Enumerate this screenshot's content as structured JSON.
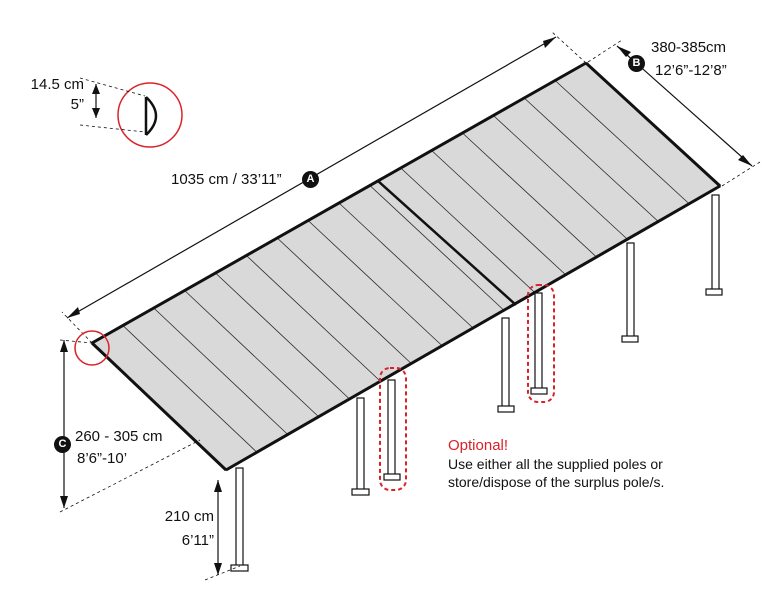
{
  "dimensions": {
    "a": {
      "badge": "A",
      "label": "1035 cm / 33’11”"
    },
    "b": {
      "badge": "B",
      "metric": "380-385cm",
      "imperial": "12’6”-12’8”"
    },
    "c": {
      "badge": "C",
      "metric": "260 - 305 cm",
      "imperial": "8’6”-10’"
    },
    "post_height": {
      "metric": "210 cm",
      "imperial": "6’11”"
    },
    "gutter_detail": {
      "metric": "14.5 cm",
      "imperial": "5”"
    }
  },
  "note": {
    "title": "Optional!",
    "line1": "Use either all the supplied poles or",
    "line2": "store/dispose of the surplus pole/s."
  },
  "colors": {
    "line": "#1a1a1a",
    "panel": "#d9d9d9",
    "frame": "#bfbfbf",
    "accent": "#d8232a"
  }
}
